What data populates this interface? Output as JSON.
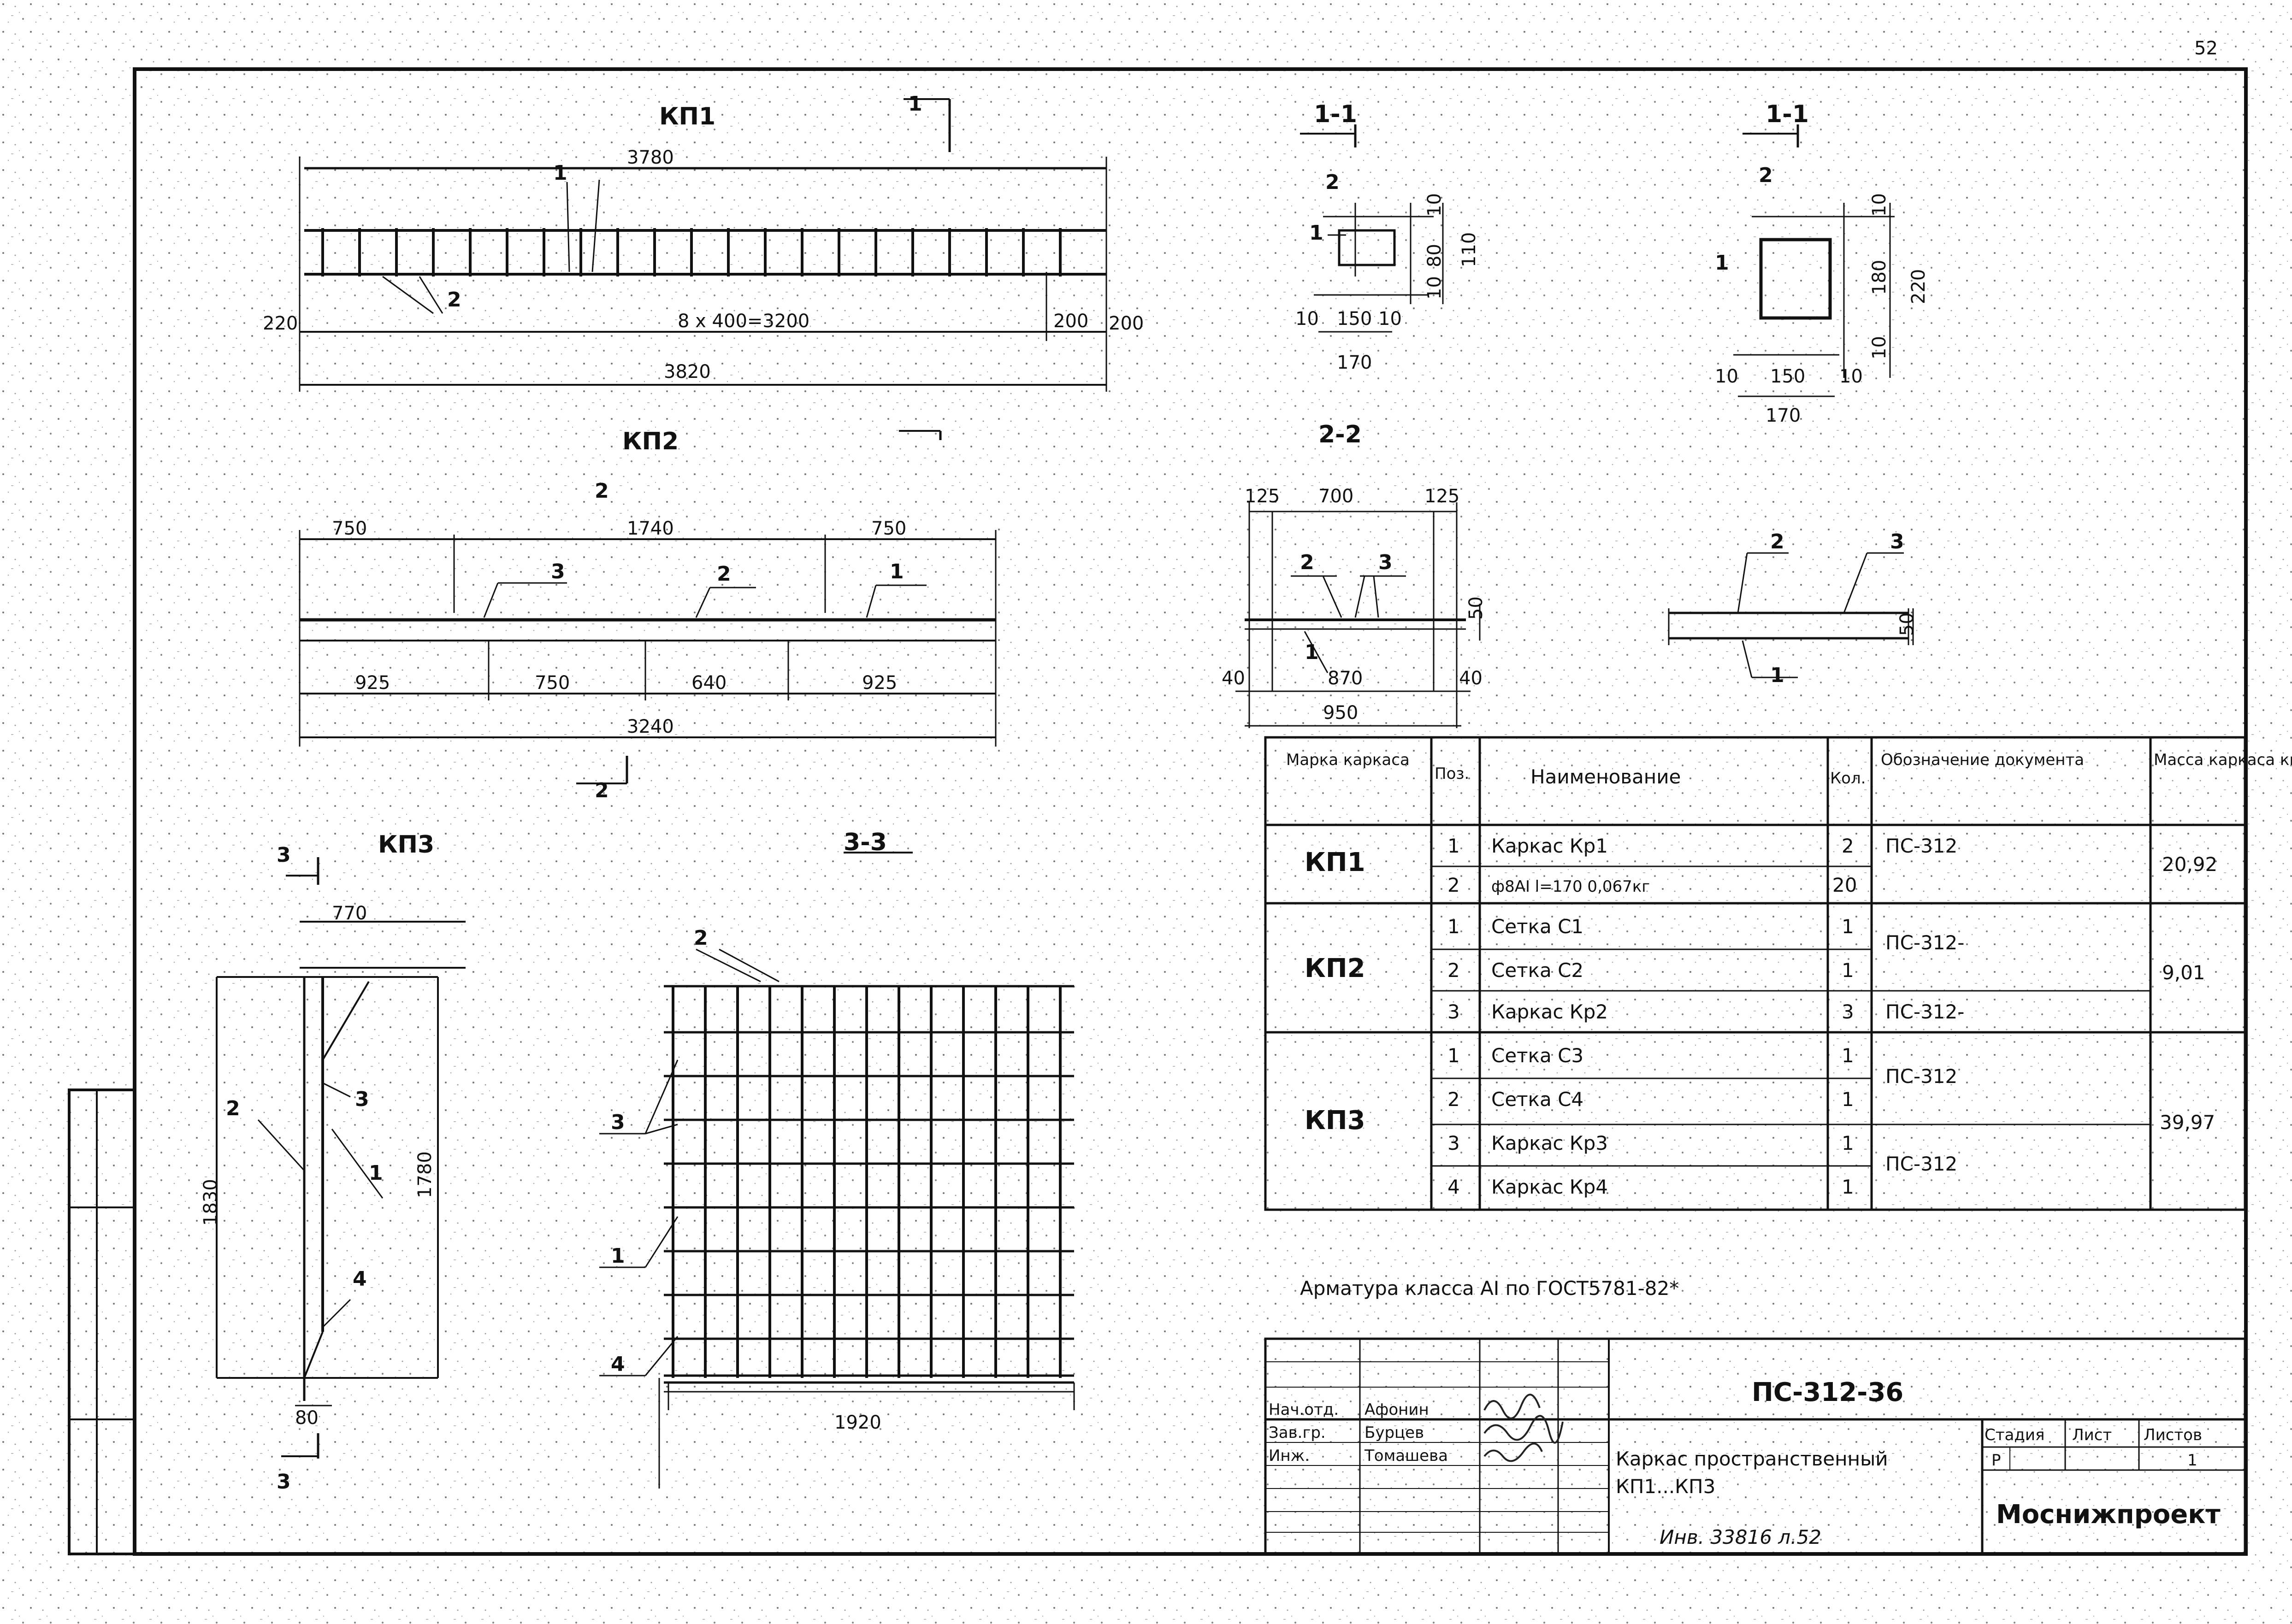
{
  "page": {
    "sheet_no": "52"
  },
  "kp1": {
    "title": "КП1",
    "section_mark": "1",
    "dims": {
      "top": "3780",
      "mid": "8 x 400=3200",
      "left": "220",
      "right1": "200",
      "right2": "200",
      "bottom": "3820"
    },
    "pos": [
      "1",
      "2"
    ]
  },
  "kp2": {
    "title": "КП2",
    "section_mark": "2",
    "dims": {
      "a": "750",
      "b": "1740",
      "c": "750",
      "d": "925",
      "e": "750",
      "f": "640",
      "g": "925",
      "total": "3240"
    },
    "pos": [
      "3",
      "2",
      "1"
    ]
  },
  "kp3": {
    "title": "КП3",
    "section_mark": "3",
    "dims": {
      "top": "770",
      "h1": "1830",
      "h2": "1780",
      "bottom": "80"
    },
    "pos": [
      "2",
      "3",
      "1",
      "4"
    ]
  },
  "sec11a": {
    "title": "1-1",
    "dims": [
      "10",
      "150",
      "10",
      "170",
      "80",
      "10",
      "10",
      "110"
    ],
    "pos": [
      "2",
      "1"
    ]
  },
  "sec11b": {
    "title": "1-1",
    "dims": [
      "10",
      "150",
      "10",
      "170",
      "180",
      "10",
      "10",
      "220"
    ],
    "pos": [
      "2",
      "1"
    ]
  },
  "sec22": {
    "title": "2-2",
    "dims": [
      "125",
      "700",
      "125",
      "40",
      "870",
      "40",
      "950",
      "50"
    ],
    "pos": [
      "2",
      "3",
      "1"
    ]
  },
  "sec22b": {
    "dims": [
      "50"
    ],
    "pos": [
      "2",
      "3",
      "1"
    ]
  },
  "sec33": {
    "title": "3-3",
    "dims": [
      "1920"
    ],
    "pos": [
      "2",
      "3",
      "1",
      "4"
    ]
  },
  "spec": {
    "headers": [
      "Марка каркаса",
      "Поз.",
      "Наименование",
      "Кол.",
      "Обозначение документа",
      "Масса каркаса кг"
    ],
    "groups": [
      {
        "mark": "КП1",
        "mass": "20,92",
        "rows": [
          {
            "pos": "1",
            "name": "Каркас Кр1",
            "qty": "2",
            "doc": "ПС-312"
          },
          {
            "pos": "2",
            "name": "ф8АI     l=170   0,067кг",
            "qty": "20",
            "doc": ""
          }
        ]
      },
      {
        "mark": "КП2",
        "mass": "9,01",
        "rows": [
          {
            "pos": "1",
            "name": "Сетка С1",
            "qty": "1",
            "doc": "ПС-312-"
          },
          {
            "pos": "2",
            "name": "Сетка С2",
            "qty": "1",
            "doc": ""
          },
          {
            "pos": "3",
            "name": "Каркас Кр2",
            "qty": "3",
            "doc": "ПС-312-"
          }
        ]
      },
      {
        "mark": "КП3",
        "mass": "39,97",
        "rows": [
          {
            "pos": "1",
            "name": "Сетка С3",
            "qty": "1",
            "doc": "ПС-312"
          },
          {
            "pos": "2",
            "name": "Сетка С4",
            "qty": "1",
            "doc": ""
          },
          {
            "pos": "3",
            "name": "Каркас Кр3",
            "qty": "1",
            "doc": "ПС-312"
          },
          {
            "pos": "4",
            "name": "Каркас Кр4",
            "qty": "1",
            "doc": ""
          }
        ]
      }
    ],
    "note": "Арматура класса АI по ГОСТ5781-82*"
  },
  "stamp": {
    "code": "ПС-312-36",
    "people": [
      {
        "role": "Нач.отд.",
        "name": "Афонин"
      },
      {
        "role": "Зав.гр.",
        "name": "Бурцев"
      },
      {
        "role": "Инж.",
        "name": "Томашева"
      }
    ],
    "title_line1": "Каркас пространственный",
    "title_line2": "КП1...КП3",
    "stage_h": "Стадия",
    "sheet_h": "Лист",
    "sheets_h": "Листов",
    "stage": "Р",
    "sheets": "1",
    "org": "Моснижпроект",
    "inv": "Инв. 33816 л.52"
  }
}
